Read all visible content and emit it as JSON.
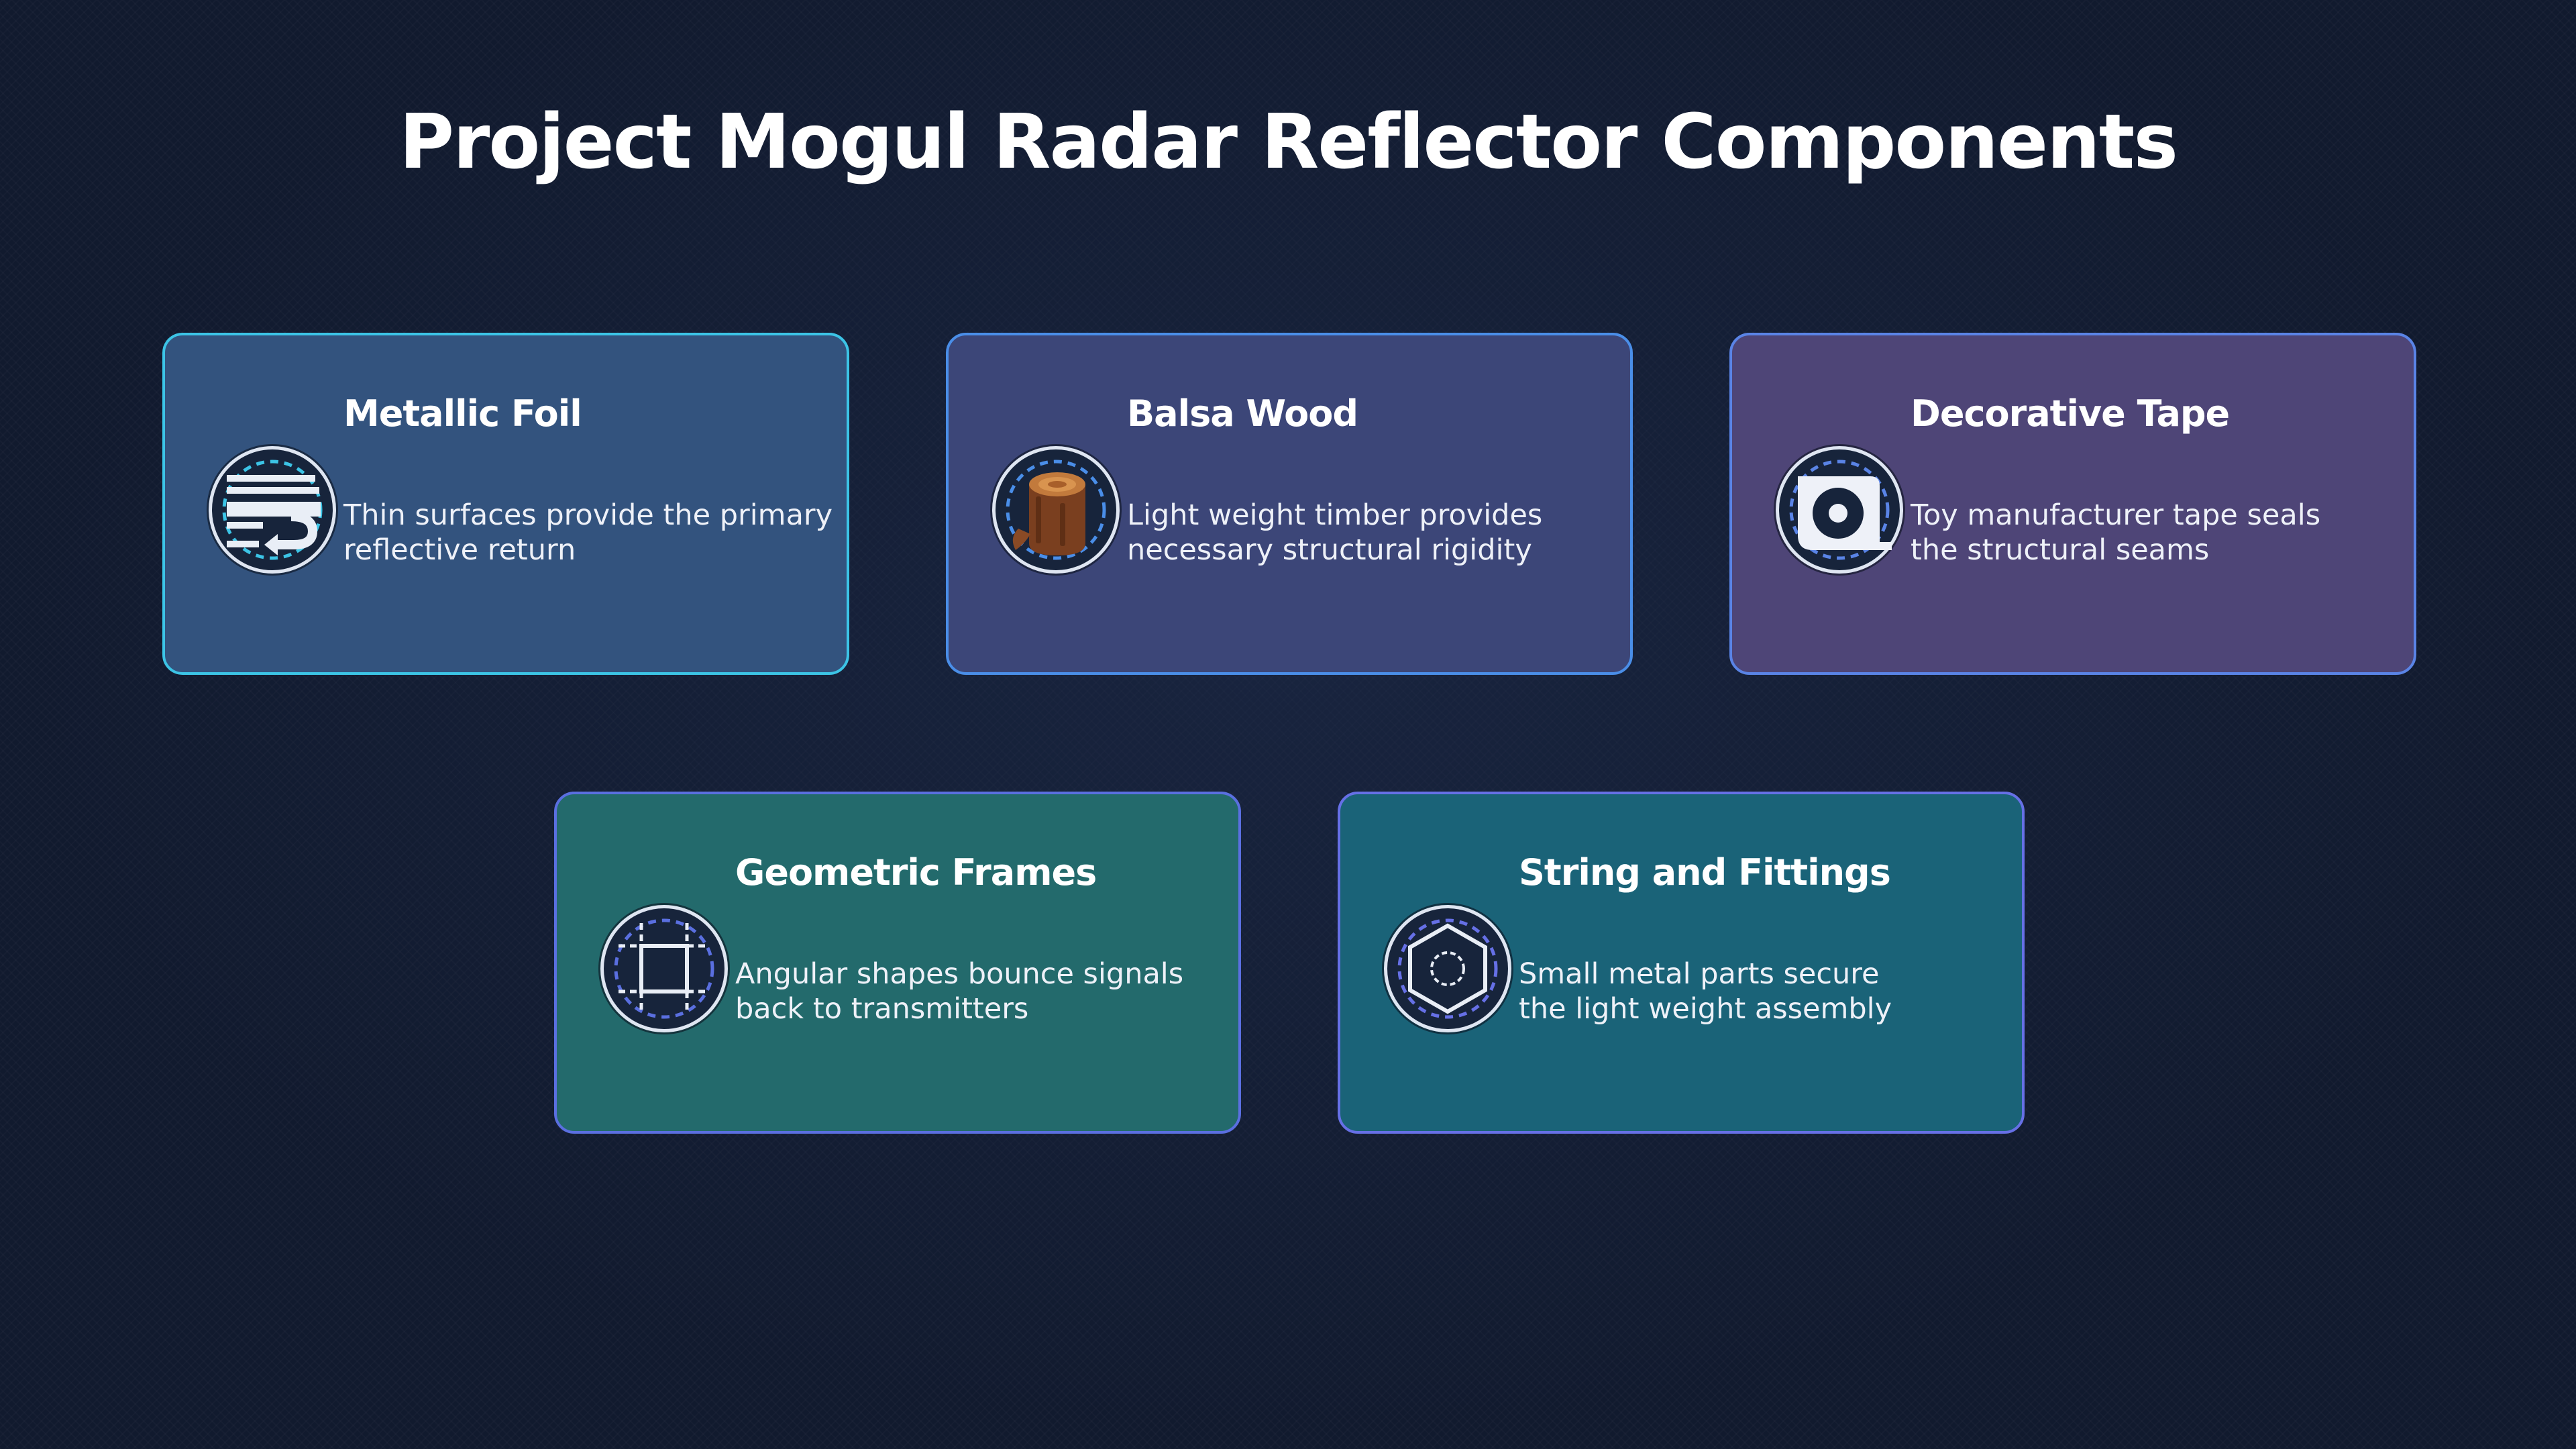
{
  "page": {
    "title": "Project Mogul Radar Reflector Components"
  },
  "cards": [
    {
      "title": "Metallic Foil",
      "desc_line1": "Thin surfaces provide the primary",
      "desc_line2": "reflective return",
      "icon": "text-wrap-icon",
      "color": "#33537e",
      "border": "#3cc4e6"
    },
    {
      "title": "Balsa Wood",
      "desc_line1": "Light weight timber provides",
      "desc_line2": "necessary structural rigidity",
      "icon": "wood-log-icon",
      "color": "#3c4678",
      "border": "#4a8ee8"
    },
    {
      "title": "Decorative Tape",
      "desc_line1": "Toy manufacturer tape seals",
      "desc_line2": "the structural seams",
      "icon": "tape-roll-icon",
      "color": "#4e4577",
      "border": "#5a84e6"
    },
    {
      "title": "Geometric Frames",
      "desc_line1": "Angular shapes bounce signals",
      "desc_line2": "back to transmitters",
      "icon": "square-frame-icon",
      "color": "#236a6c",
      "border": "#5a6fe0"
    },
    {
      "title": "String and Fittings",
      "desc_line1": "Small metal parts secure",
      "desc_line2": "the light weight assembly",
      "icon": "hex-nut-icon",
      "color": "#1a6378",
      "border": "#6670e6"
    }
  ]
}
